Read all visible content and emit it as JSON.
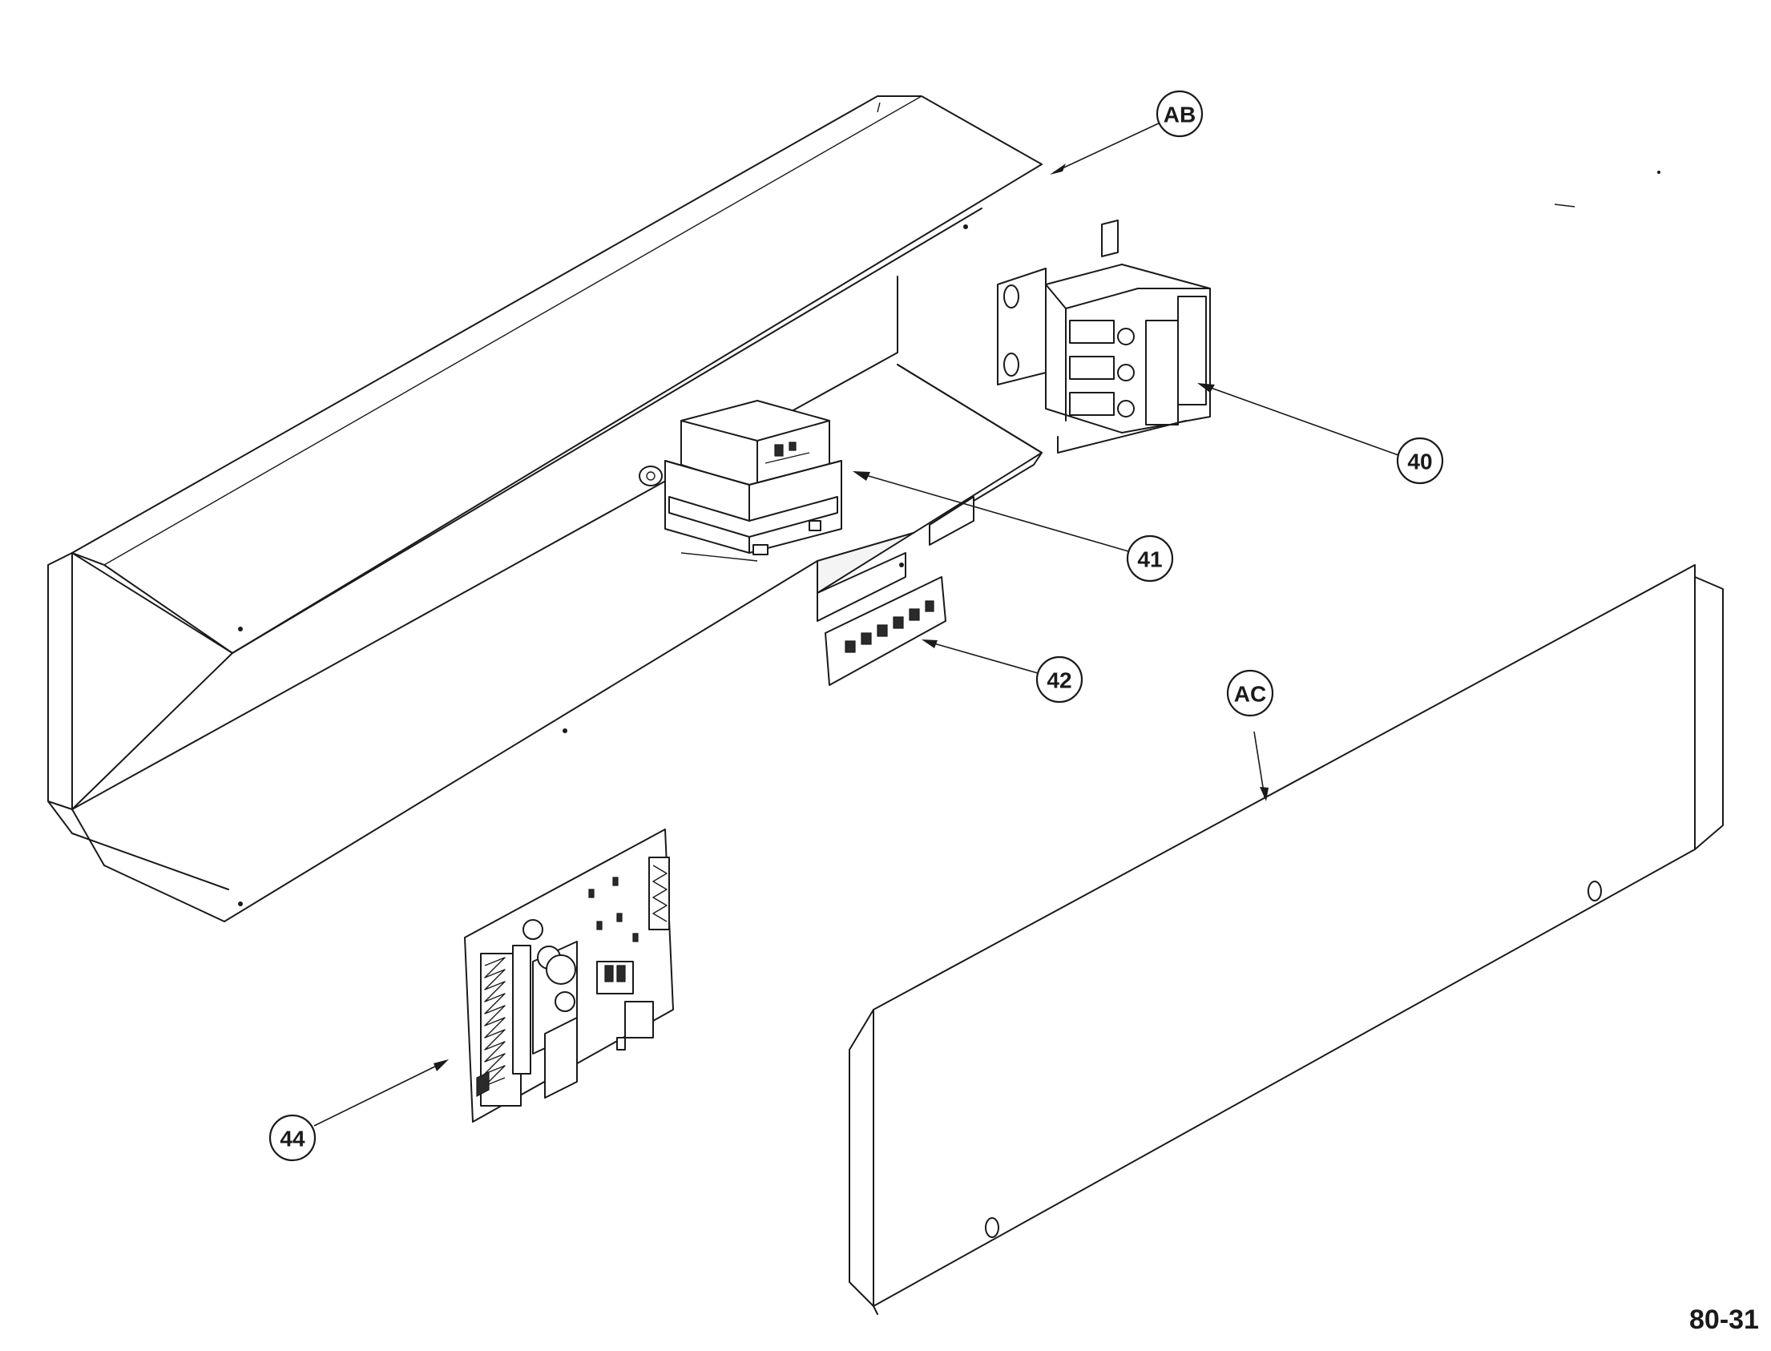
{
  "figure_number": "80-31",
  "callouts": {
    "ab": "AB",
    "ac": "AC",
    "p40": "40",
    "p41": "41",
    "p42": "42",
    "p44": "44"
  }
}
